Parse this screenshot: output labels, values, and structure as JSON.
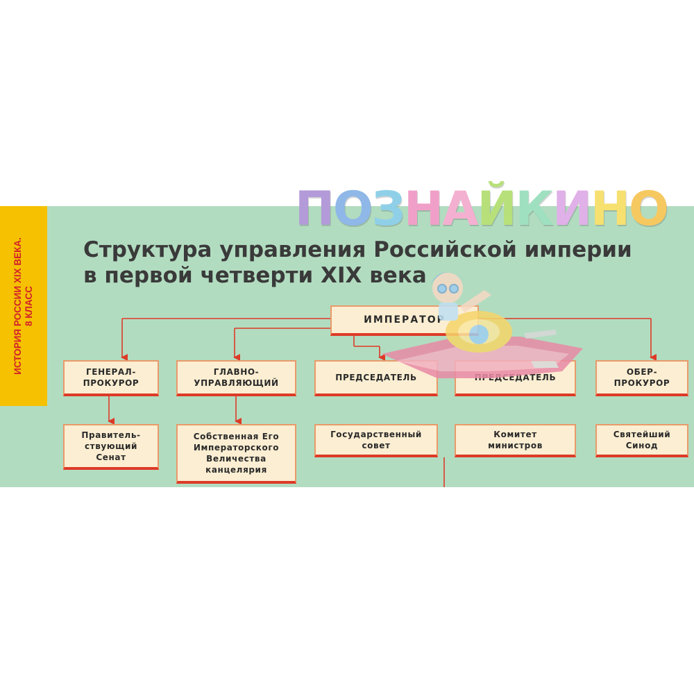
{
  "side_label": [
    "ИСТОРИЯ РОССИИ XIX ВЕКА.",
    "8 КЛАСС"
  ],
  "title_lines": [
    "Структура управления Российской империи",
    "в первой четверти XIX века"
  ],
  "nodes": {
    "emperor": "ИМПЕРАТОР",
    "general_prosecutor": "ГЕНЕРАЛ-\nПРОКУРОР",
    "chief_manager": "ГЛАВНО-\nУПРАВЛЯЮЩИЙ",
    "chairman": "ПРЕДСЕДАТЕЛЬ",
    "chairman2": "ПРЕДСЕДАТЕЛЬ",
    "ober_prosecutor": "ОБЕР-\nПРОКУРОР",
    "senate": "Правитель-\nствующий\nСенат",
    "chancellery": "Собственная Его\nИмператорского\nВеличества\nканцелярия",
    "state_council": "Государственный\nсовет",
    "committee": "Комитет\nминистров",
    "synod": "Святейший\nСинод"
  },
  "logo": {
    "letters": [
      "П",
      "О",
      "З",
      "Н",
      "А",
      "Й",
      "К",
      "И",
      "Н",
      "О"
    ],
    "colors": [
      "#b39ad8",
      "#8fb8e8",
      "#8fd0e8",
      "#f0a0c8",
      "#f4b0d0",
      "#b8e07a",
      "#9fe0c0",
      "#e0b0e8",
      "#f6e070",
      "#f6c860"
    ]
  },
  "colors": {
    "background": "#b2dcc0",
    "strip": "#f5c100",
    "strip_text": "#d2202a",
    "box_fill": "#fbeed2",
    "box_bottom": "#dd3a27",
    "connector": "#dd3a27"
  }
}
